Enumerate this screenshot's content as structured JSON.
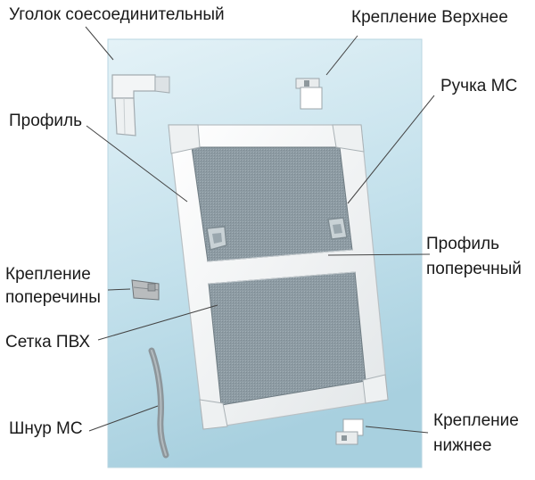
{
  "labels": {
    "corner": "Уголок соесоединительный",
    "top_mount": "Крепление Верхнее",
    "handle": "Ручка МС",
    "profile": "Профиль",
    "cross_profile_1": "Профиль",
    "cross_profile_2": "поперечный",
    "crossbar_mount_1": "Крепление",
    "crossbar_mount_2": "поперечины",
    "mesh": "Сетка ПВХ",
    "cord": "Шнур МС",
    "bottom_mount_1": "Крепление",
    "bottom_mount_2": "нижнее"
  },
  "colors": {
    "panel_top": "#ddeef4",
    "panel_bottom": "#a9d1e0",
    "frame": "#f4f6f7",
    "mesh": "#8c9aa2",
    "leader": "#444444"
  }
}
